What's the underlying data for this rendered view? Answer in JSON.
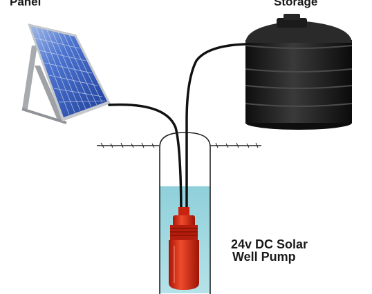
{
  "labels": {
    "panel": "Panel",
    "storage": "Storage",
    "pump_line1": "24v DC Solar",
    "pump_line2": "Well Pump"
  },
  "colors": {
    "panel_frame": "#b9bcc0",
    "panel_cells": "#3b63c4",
    "tank": "#1e1e1e",
    "water": "#9bd6df",
    "pump_body": "#e0301d",
    "pipe": "#111111"
  }
}
